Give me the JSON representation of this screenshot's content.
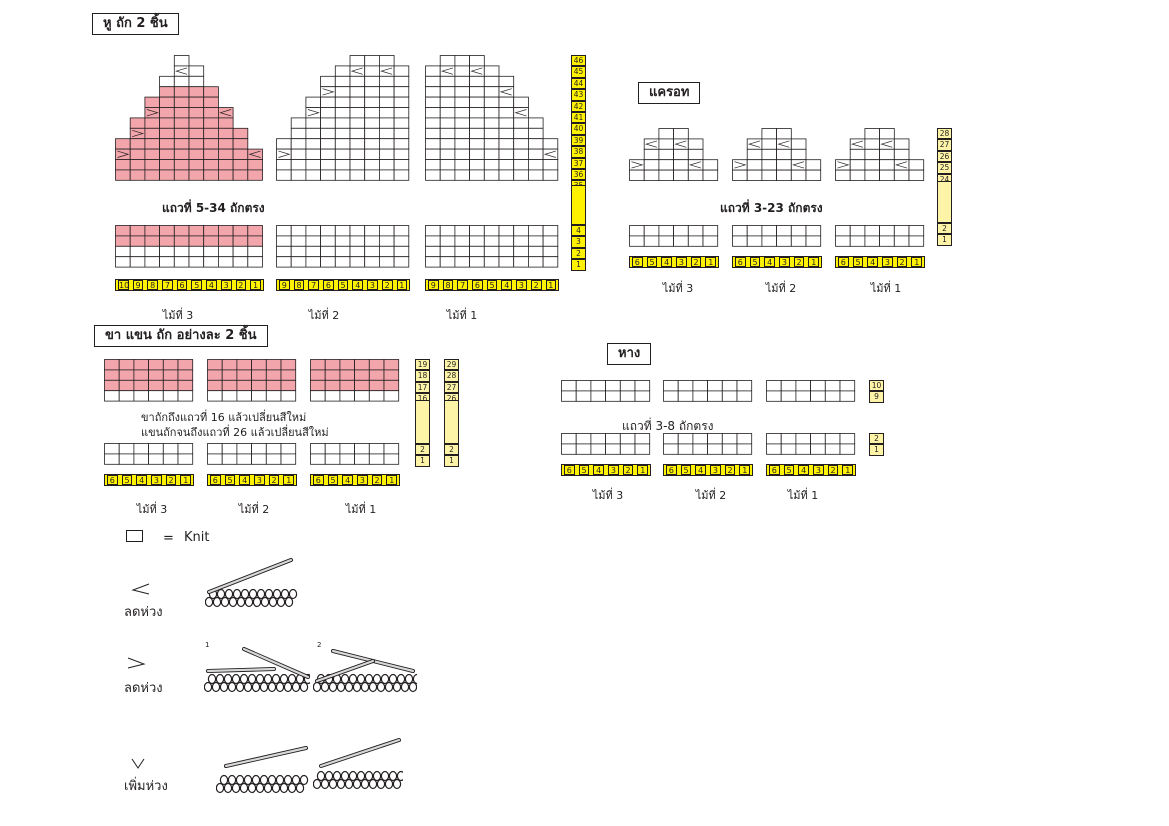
{
  "colors": {
    "pink": "#f2a5aa",
    "yellow": "#fff200",
    "line": "#231f20",
    "rowcol_light": "#fdf4a8"
  },
  "sections": {
    "ears": {
      "title": "หู ถัก 2 ชิ้น",
      "straight_note": "แถวที่ 5-34 ถักตรง",
      "needles": [
        {
          "label": "ไม้ที่ 3",
          "stitches": [
            "10",
            "9",
            "8",
            "7",
            "6",
            "5",
            "4",
            "3",
            "2",
            "1"
          ]
        },
        {
          "label": "ไม้ที่ 2",
          "stitches": [
            "9",
            "8",
            "7",
            "6",
            "5",
            "4",
            "3",
            "2",
            "1"
          ]
        },
        {
          "label": "ไม้ที่ 1",
          "stitches": [
            "9",
            "8",
            "7",
            "6",
            "5",
            "4",
            "3",
            "2",
            "1"
          ]
        }
      ],
      "rows_top": [
        "46",
        "45",
        "44",
        "43",
        "42",
        "41",
        "40",
        "39",
        "38",
        "37",
        "36",
        "35"
      ],
      "rows_bottom": [
        "4",
        "3",
        "2",
        "1"
      ]
    },
    "carrot": {
      "title": "แครอท",
      "straight_note": "แถวที่ 3-23 ถักตรง",
      "needles": [
        {
          "label": "ไม้ที่ 3",
          "stitches": [
            "6",
            "5",
            "4",
            "3",
            "2",
            "1"
          ]
        },
        {
          "label": "ไม้ที่ 2",
          "stitches": [
            "6",
            "5",
            "4",
            "3",
            "2",
            "1"
          ]
        },
        {
          "label": "ไม้ที่ 1",
          "stitches": [
            "6",
            "5",
            "4",
            "3",
            "2",
            "1"
          ]
        }
      ],
      "rows_top": [
        "28",
        "27",
        "26",
        "25",
        "24"
      ],
      "rows_bottom": [
        "2",
        "1"
      ]
    },
    "legs": {
      "title": "ขา แขน ถัก อย่างละ 2 ชิ้น",
      "note_line1": "ขาถักถึงแถวที่ 16 แล้วเปลี่ยนสีใหม่",
      "note_line2": "แขนถักจนถึงแถวที่ 26 แล้วเปลี่ยนสีใหม่",
      "needles": [
        {
          "label": "ไม้ที่ 3",
          "stitches": [
            "6",
            "5",
            "4",
            "3",
            "2",
            "1"
          ]
        },
        {
          "label": "ไม้ที่ 2",
          "stitches": [
            "6",
            "5",
            "4",
            "3",
            "2",
            "1"
          ]
        },
        {
          "label": "ไม้ที่ 1",
          "stitches": [
            "6",
            "5",
            "4",
            "3",
            "2",
            "1"
          ]
        }
      ],
      "rows_a_top": [
        "19",
        "18",
        "17",
        "16"
      ],
      "rows_a_bottom": [
        "2",
        "1"
      ],
      "rows_b_top": [
        "29",
        "28",
        "27",
        "26"
      ],
      "rows_b_bottom": [
        "2",
        "1"
      ]
    },
    "tail": {
      "title": "หาง",
      "straight_note": "แถวที่ 3-8 ถักตรง",
      "needles": [
        {
          "label": "ไม้ที่ 3",
          "stitches": [
            "6",
            "5",
            "4",
            "3",
            "2",
            "1"
          ]
        },
        {
          "label": "ไม้ที่ 2",
          "stitches": [
            "6",
            "5",
            "4",
            "3",
            "2",
            "1"
          ]
        },
        {
          "label": "ไม้ที่ 1",
          "stitches": [
            "6",
            "5",
            "4",
            "3",
            "2",
            "1"
          ]
        }
      ],
      "rows_top": [
        "10",
        "9"
      ],
      "rows_bottom": [
        "2",
        "1"
      ]
    }
  },
  "legend": {
    "knit_eq": "=",
    "knit_label": "Knit",
    "dec_left_label": "ลดห่วง",
    "dec_right_label": "ลดห่วง",
    "inc_label": "เพิ่มห่วง",
    "step1": "1",
    "step2": "2"
  }
}
